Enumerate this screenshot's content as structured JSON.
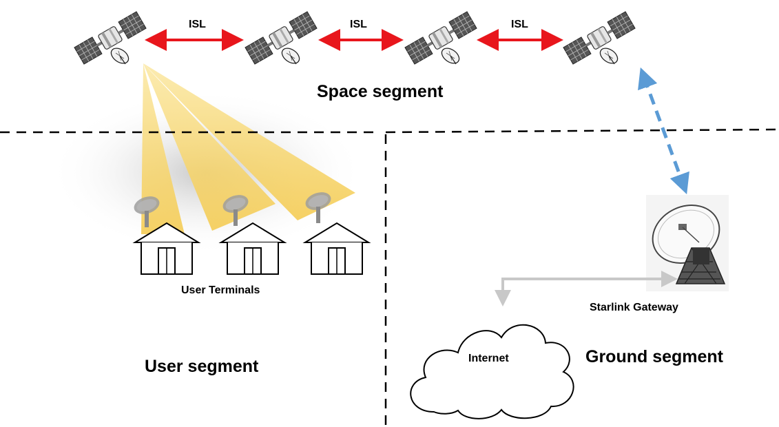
{
  "links": {
    "isl_1": "ISL",
    "isl_2": "ISL",
    "isl_3": "ISL"
  },
  "segments": {
    "space": "Space segment",
    "user": "User segment",
    "ground": "Ground segment"
  },
  "labels": {
    "user_terminals": "User Terminals",
    "gateway": "Starlink Gateway",
    "internet": "Internet"
  },
  "colors": {
    "isl_arrow": "#e8161c",
    "feeder_link": "#5b9bd5",
    "beam": "#f7d77a",
    "terrestrial_link": "#c8c8c8",
    "divider": "#000000"
  },
  "icons": [
    "satellite-icon",
    "house-icon",
    "dish-icon",
    "ground-station-icon",
    "cloud-icon"
  ]
}
